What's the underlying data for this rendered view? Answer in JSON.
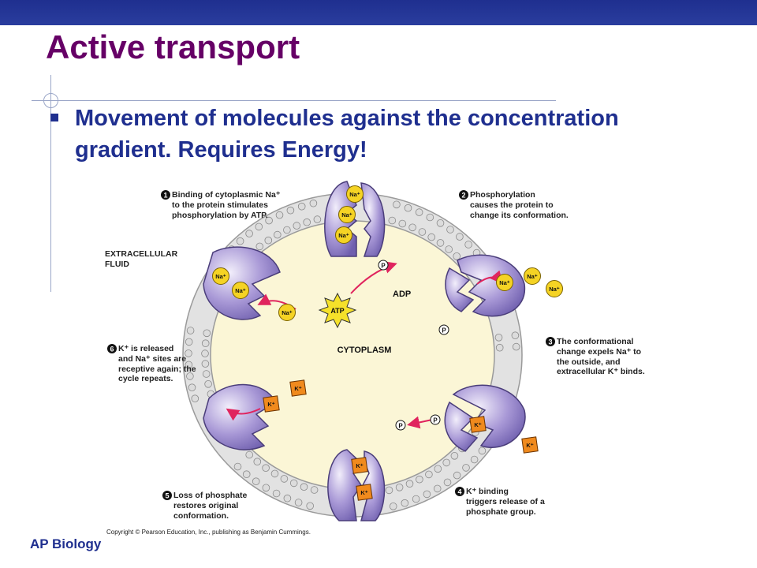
{
  "slide": {
    "title": "Active transport",
    "bullet": "Movement of molecules against the concentration gradient.  Requires Energy!",
    "footer": "AP Biology",
    "copyright": "Copyright © Pearson Education, Inc., publishing as Benjamin Cummings."
  },
  "diagram": {
    "region_labels": {
      "extracellular": "EXTRACELLULAR\nFLUID",
      "cytoplasm": "CYTOPLASM"
    },
    "steps": [
      {
        "number": "1",
        "text": "Binding of cytoplasmic Na⁺\nto the protein stimulates\nphosphorylation by ATP."
      },
      {
        "number": "2",
        "text": "Phosphorylation\ncauses the protein to\nchange its conformation."
      },
      {
        "number": "3",
        "text": "The conformational\nchange expels Na⁺ to\nthe outside, and\nextracellular K⁺ binds."
      },
      {
        "number": "4",
        "text": "K⁺ binding\ntriggers release of a\nphosphate group."
      },
      {
        "number": "5",
        "text": "Loss of phosphate\nrestores original\nconformation."
      },
      {
        "number": "6",
        "text": "K⁺ is released\nand Na⁺ sites are\nreceptive again; the\ncycle repeats."
      }
    ],
    "molecules": {
      "atp": "ATP",
      "adp": "ADP",
      "phosphate": "P",
      "pi": "P",
      "sodium": "Na⁺",
      "potassium": "K⁺"
    },
    "colors": {
      "protein": "#8e7cc3",
      "membrane_head": "#d8d8d8",
      "cytoplasm": "#fbf6d6",
      "sodium": "#f5d324",
      "potassium": "#f08a1d",
      "atp": "#f5e12a",
      "arrow": "#e0245e"
    }
  }
}
